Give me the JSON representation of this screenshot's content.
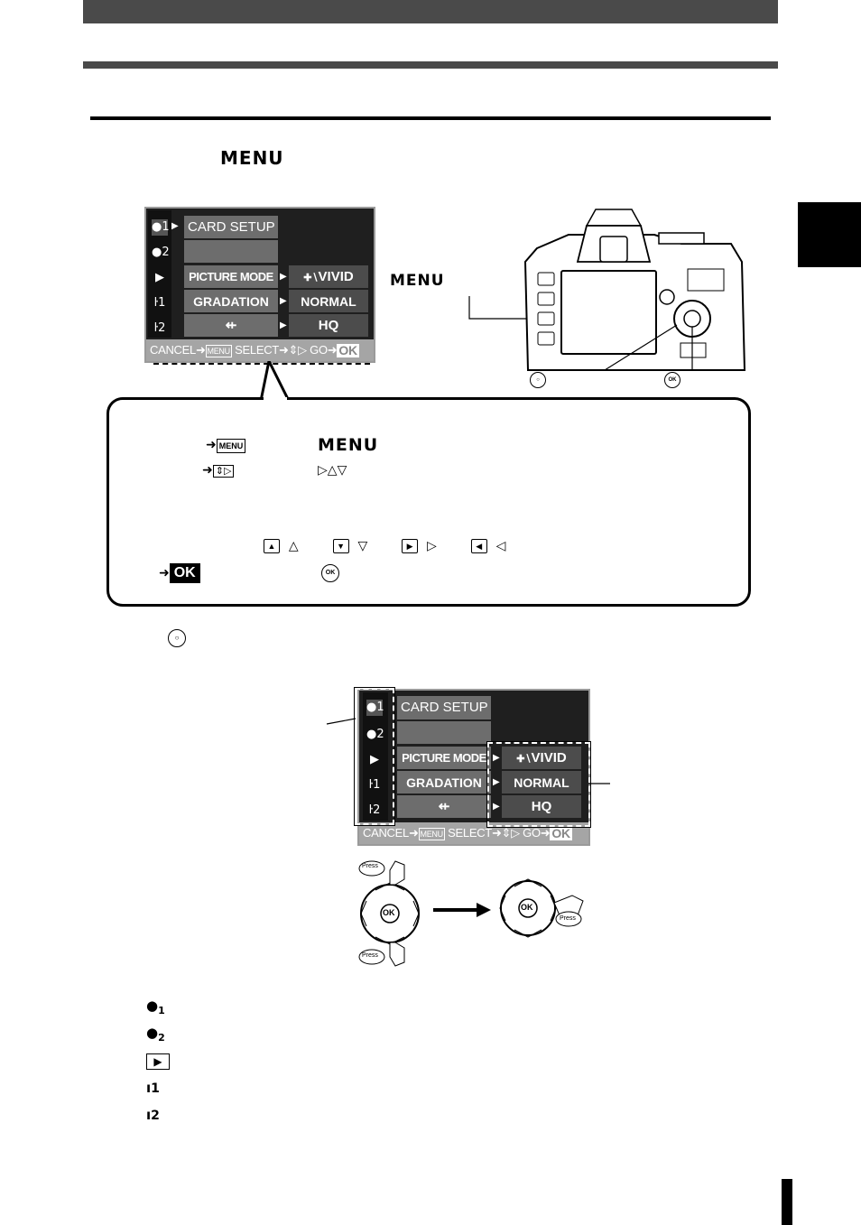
{
  "step_menu_word": "MENU",
  "camera_label_menu": "MENU",
  "menu_screen": {
    "tabs": [
      "●1",
      "●2",
      "▶",
      "ŀ1",
      "ŀ2"
    ],
    "rows": [
      {
        "label": "CARD SETUP",
        "value": ""
      },
      {
        "label": "",
        "value": ""
      },
      {
        "label": "PICTURE MODE",
        "value": "VIVID"
      },
      {
        "label": "GRADATION",
        "value": "NORMAL"
      },
      {
        "label": "⇷",
        "value": "HQ"
      }
    ],
    "footer": {
      "cancel": "CANCEL",
      "menu_key": "MENU",
      "select": "SELECT",
      "go": "GO",
      "ok": "OK"
    }
  },
  "panel": {
    "line1_key": "MENU",
    "line1_word": "MENU",
    "ok_key": "OK",
    "ok_button": "OK"
  },
  "press_labels": [
    "Press",
    "Press",
    "Press"
  ],
  "dial_center": "OK",
  "legend_icons": [
    "camera-1-icon",
    "camera-2-icon",
    "playback-icon",
    "setup-1-icon",
    "setup-2-icon"
  ],
  "legend_text": [
    "1",
    "2",
    "",
    "1",
    "2"
  ]
}
